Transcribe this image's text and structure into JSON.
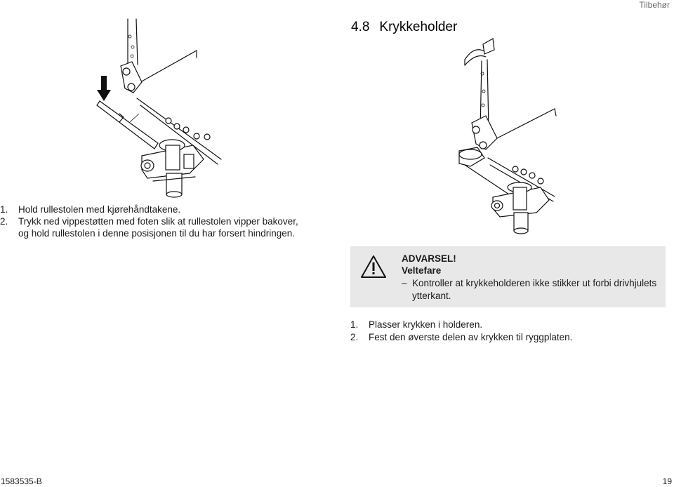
{
  "header": {
    "section": "Tilbehør"
  },
  "title": {
    "number": "4.8",
    "text": "Krykkeholder"
  },
  "left_steps": [
    {
      "n": "1.",
      "text": "Hold rullestolen med kjørehåndtakene."
    },
    {
      "n": "2.",
      "text": "Trykk ned vippestøtten med foten slik at rullestolen vipper bakover, og hold rullestolen i denne posisjonen til du har forsert hindringen."
    }
  ],
  "warning": {
    "icon": "warning-triangle-icon",
    "heading": "ADVARSEL!",
    "subheading": "Veltefare",
    "item_dash": "–",
    "item": "Kontroller at krykkeholderen ikke stikker ut forbi drivhjulets ytterkant.",
    "background": "#e8e8e8"
  },
  "right_steps": [
    {
      "n": "1.",
      "text": "Plasser krykken i holderen."
    },
    {
      "n": "2.",
      "text": "Fest den øverste delen av krykken til ryggplaten."
    }
  ],
  "footer": {
    "doc_number": "1583535-B",
    "page": "19"
  }
}
